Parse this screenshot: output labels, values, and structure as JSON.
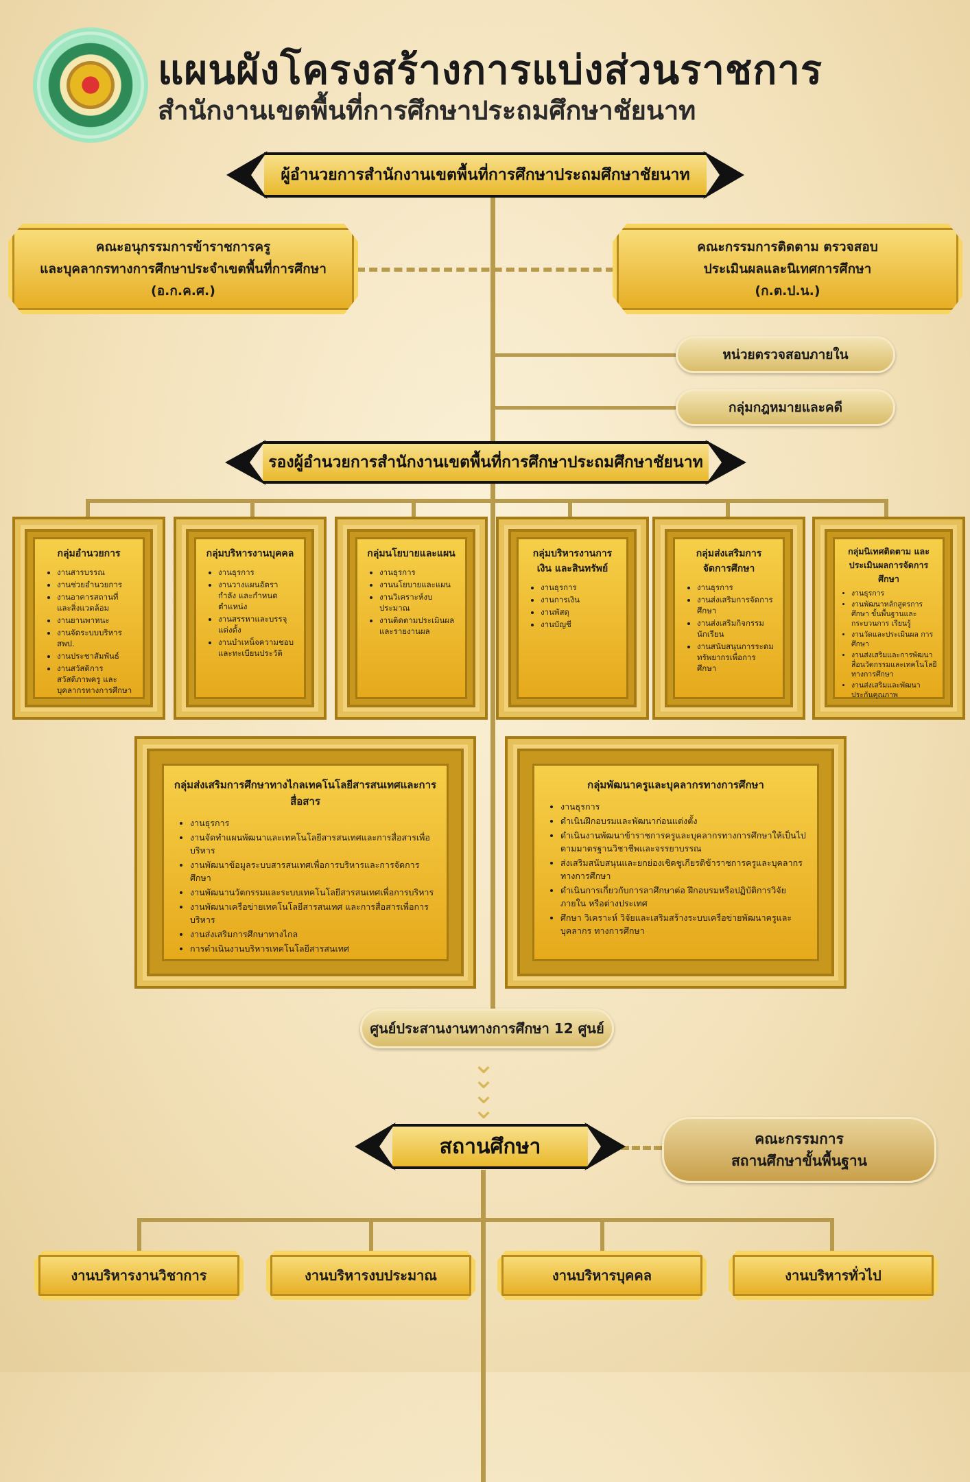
{
  "header": {
    "title": "แผนผังโครงสร้างการแบ่งส่วนราชการ",
    "subtitle": "สำนักงานเขตพื้นที่การศึกษาประถมศึกษาชัยนาท"
  },
  "director": "ผู้อำนวยการสำนักงานเขตพื้นที่การศึกษาประถมศึกษาชัยนาท",
  "committee_left": {
    "line1": "คณะอนุกรรมการข้าราชการครู",
    "line2": "และบุคลากรทางการศึกษาประจำเขตพื้นที่การศึกษา",
    "line3": "(อ.ก.ค.ศ.)"
  },
  "committee_right": {
    "line1": "คณะกรรมการติดตาม ตรวจสอบ",
    "line2": "ประเมินผลและนิเทศการศึกษา",
    "line3": "(ก.ต.ป.น.)"
  },
  "audit_unit": "หน่วยตรวจสอบภายใน",
  "legal_group": "กลุ่มกฎหมายและคดี",
  "deputy": "รองผู้อำนวยการสำนักงานเขตพื้นที่การศึกษาประถมศึกษาชัยนาท",
  "groups": [
    {
      "title": "กลุ่มอำนวยการ",
      "items": [
        "งานสารบรรณ",
        "งานช่วยอำนวยการ",
        "งานอาคารสถานที่ และสิ่งแวดล้อม",
        "งานยานพาหนะ",
        "งานจัดระบบบริหาร สพป.",
        "งานประชาสัมพันธ์",
        "งานสวัสดิการสวัสดิภาพครู และบุคลากรทางการศึกษา"
      ]
    },
    {
      "title": "กลุ่มบริหารงานบุคคล",
      "items": [
        "งานธุรการ",
        "งานวางแผนอัตรากำลัง และกำหนดตำแหน่ง",
        "งานสรรหาและบรรจุแต่งตั้ง",
        "งานบำเหน็จความชอบ และทะเบียนประวัติ"
      ]
    },
    {
      "title": "กลุ่มนโยบายและแผน",
      "items": [
        "งานธุรการ",
        "งานนโยบายและแผน",
        "งานวิเคราะห์งบประมาณ",
        "งานติดตามประเมินผล และรายงานผล"
      ]
    },
    {
      "title": "กลุ่มบริหารงานการเงิน และสินทรัพย์",
      "items": [
        "งานธุรการ",
        "งานการเงิน",
        "งานพัสดุ",
        "งานบัญชี"
      ]
    },
    {
      "title": "กลุ่มส่งเสริมการจัดการศึกษา",
      "items": [
        "งานธุรการ",
        "งานส่งเสริมการจัดการศึกษา",
        "งานส่งเสริมกิจกรรมนักเรียน",
        "งานสนับสนุนการระดม ทรัพยากรเพื่อการศึกษา"
      ]
    },
    {
      "title": "กลุ่มนิเทศติดตาม และประเมินผลการจัดการศึกษา",
      "items": [
        "งานธุรการ",
        "งานพัฒนาหลักสูตรการศึกษา ขั้นพื้นฐานและกระบวนการ เรียนรู้",
        "งานวัดและประเมินผล การศึกษา",
        "งานส่งเสริมและการพัฒนา สื่อนวัตกรรมและเทคโนโลยี ทางการศึกษา",
        "งานส่งเสริมและพัฒนา ประกันคุณภาพ"
      ]
    }
  ],
  "ict_group": {
    "title": "กลุ่มส่งเสริมการศึกษาทางไกลเทคโนโลยีสารสนเทศและการสื่อสาร",
    "items": [
      "งานธุรการ",
      "งานจัดทำแผนพัฒนาและเทคโนโลยีสารสนเทศและการสื่อสารเพื่อบริหาร",
      "งานพัฒนาข้อมูลระบบสารสนเทศเพื่อการบริหารและการจัดการศึกษา",
      "งานพัฒนานวัตกรรมและระบบเทคโนโลยีสารสนเทศเพื่อการบริหาร",
      "งานพัฒนาเครือข่ายเทคโนโลยีสารสนเทศ และการสื่อสารเพื่อการบริหาร",
      "งานส่งเสริมการศึกษาทางไกล",
      "การดำเนินงานบริหารเทคโนโลยีสารสนเทศ"
    ]
  },
  "hrd_group": {
    "title": "กลุ่มพัฒนาครูและบุคลากรทางการศึกษา",
    "items": [
      "งานธุรการ",
      "ดำเนินฝึกอบรมและพัฒนาก่อนแต่งตั้ง",
      "ดำเนินงานพัฒนาข้าราชการครูและบุคลากรทางการศึกษาให้เป็นไป ตามมาตรฐานวิชาชีพและจรรยาบรรณ",
      "ส่งเสริมสนับสนุนและยกย่องเชิดชูเกียรติข้าราชการครูและบุคลากร ทางการศึกษา",
      "ดำเนินการเกี่ยวกับการลาศึกษาต่อ ฝึกอบรมหรือปฏิบัติการวิจัยภายใน หรือต่างประเทศ",
      "ศึกษา วิเคราะห์ วิจัยและเสริมสร้างระบบเครือข่ายพัฒนาครูและบุคลากร ทางการศึกษา"
    ]
  },
  "coordination_center": "ศูนย์ประสานงานทางการศึกษา 12 ศูนย์",
  "school": "สถานศึกษา",
  "school_board": {
    "line1": "คณะกรรมการ",
    "line2": "สถานศึกษาขั้นพื้นฐาน"
  },
  "school_units": [
    "งานบริหารงานวิชาการ",
    "งานบริหารงบประมาณ",
    "งานบริหารบุคคล",
    "งานบริหารทั่วไป"
  ],
  "icons": {
    "logo": "school-emblem-icon",
    "arrows": "chevron-down-arrows-icon"
  }
}
